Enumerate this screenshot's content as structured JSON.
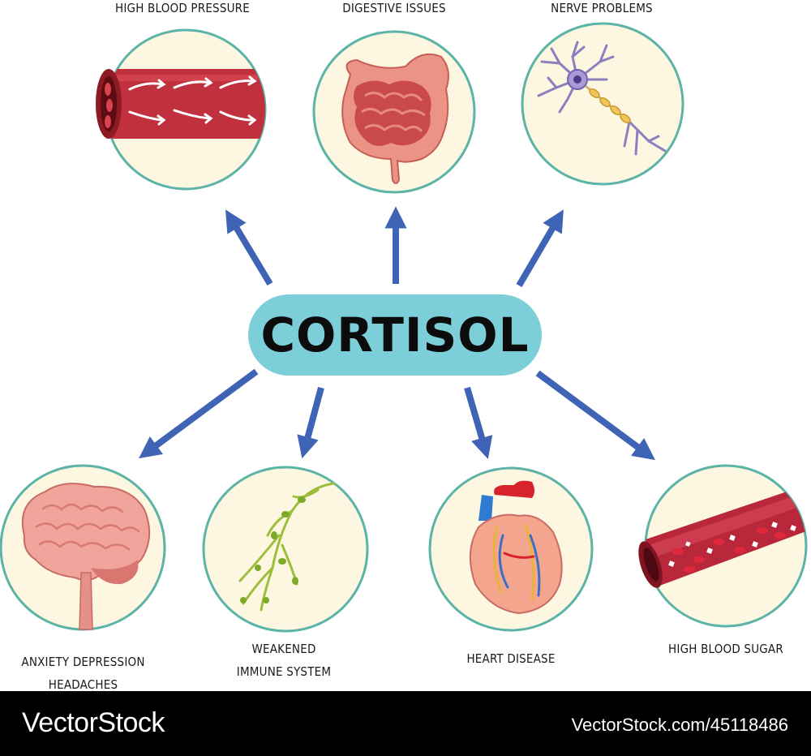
{
  "center": {
    "label": "CORTISOL"
  },
  "effects": {
    "high_blood_pressure": "HIGH BLOOD PRESSURE",
    "digestive_issues": "DIGESTIVE ISSUES",
    "nerve_problems": "NERVE PROBLEMS",
    "anxiety_line1": "ANXIETY  DEPRESSION",
    "anxiety_line2": "HEADACHES",
    "immune_line1": "WEAKENED",
    "immune_line2": "IMMUNE SYSTEM",
    "heart_disease": "HEART DISEASE",
    "high_blood_sugar": "HIGH BLOOD SUGAR"
  },
  "footer": {
    "brand": "VectorStock",
    "reference": "VectorStock.com/45118486"
  },
  "colors": {
    "arrow": "#3f63b5",
    "circle_fill": "#fdf7e1",
    "circle_stroke": "#5cb3a7",
    "pill": "#7ccfd9"
  }
}
